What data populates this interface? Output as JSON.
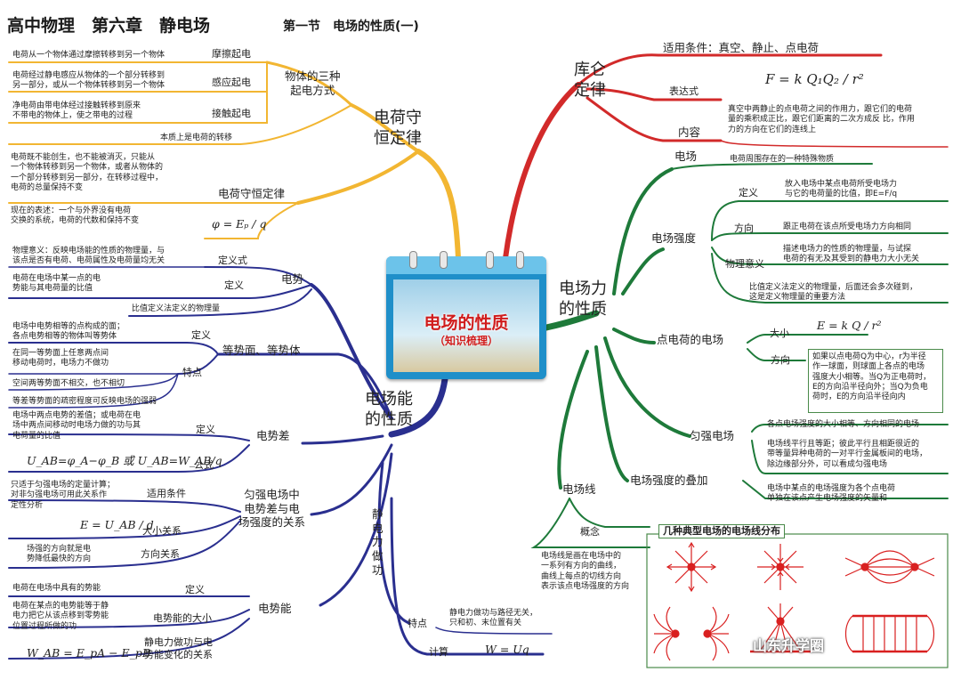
{
  "header": {
    "title": "高中物理　第六章　静电场",
    "subtitle": "第一节　电场的性质(一)"
  },
  "center": {
    "title": "电场的性质",
    "subtitle": "（知识梳理）"
  },
  "conservation": {
    "branch": "电荷守\n恒定律",
    "methods": {
      "label": "物体的三种\n起电方式",
      "friction": {
        "label": "摩擦起电",
        "desc": "电荷从一个物体通过摩擦转移到另一个物体"
      },
      "induction": {
        "label": "感应起电",
        "desc": "电荷经过静电感应从物体的一个部分转移到\n另一部分，或从一个物体转移到另一个物体"
      },
      "contact": {
        "label": "接触起电",
        "desc": "净电荷由带电体经过接触转移到原来\n不带电的物体上，使之带电的过程"
      },
      "essence": "本质上是电荷的转移"
    },
    "law": {
      "label": "电荷守恒定律",
      "desc": "电荷既不能创生，也不能被消灭，只能从\n一个物体转移到另一个物体，或者从物体的\n一个部分转移到另一部分，在转移过程中，\n电荷的总量保持不变",
      "modern": "现在的表述：一个与外界没有电荷\n交换的系统，电荷的代数和保持不变"
    }
  },
  "energy": {
    "branch": "电场能\n的性质",
    "potential": {
      "label": "电势",
      "formula_label": "定义式",
      "formula": "φ = Eₚ / q",
      "meaning": "物理意义：反映电场能的性质的物理量，与\n该点是否有电荷、电荷属性及电荷量均无关",
      "def_label": "定义",
      "def": "电荷在电场中某一点的电\n势能与其电荷量的比值",
      "ratio": "比值定义法定义的物理量"
    },
    "equipotential": {
      "label": "等势面、等势体",
      "def_label": "定义",
      "def": "电场中电势相等的点构成的面；\n各点电势相等的物体叫等势体",
      "feature_label": "特点",
      "f1": "在同一等势面上任意两点间\n移动电荷时，电场力不做功",
      "f2": "空间两等势面不相交，也不相切",
      "f3": "等差等势面的疏密程度可反映电场的强弱"
    },
    "pd": {
      "label": "电势差",
      "def_label": "定义",
      "def": "电场中两点电势的差值；或电荷在电\n场中两点间移动时电场力做的功与其\n电荷量的比值",
      "formula_label": "公式",
      "formula": "U_AB=φ_A−φ_B 或 U_AB=W_AB/q"
    },
    "uniform": {
      "label": "匀强电场中\n电势差与电\n场强度的关系",
      "cond_label": "适用条件",
      "cond": "只适于匀强电场的定量计算；\n对非匀强电场可用此关系作\n定性分析",
      "mag_label": "大小关系",
      "mag": "E = U_AB / d",
      "dir_label": "方向关系",
      "dir": "场强的方向就是电\n势降低最快的方向"
    },
    "pe": {
      "label": "电势能",
      "def_label": "定义",
      "def": "电荷在电场中具有的势能",
      "size_label": "电势能的大小",
      "size": "电荷在某点的电势能等于静\n电力把它从该点移到零势能\n位置过程所做的功",
      "work_label": "静电力做功与电\n势能变化的关系",
      "work": "W_AB = E_pA − E_pB"
    },
    "work": {
      "label": "静\n电\n力\n做\n功",
      "feature_label": "特点",
      "feature": "静电力做功与路径无关，\n只和初、末位置有关",
      "calc_label": "计算",
      "calc": "W = Uq"
    }
  },
  "coulomb": {
    "branch": "库仑\n定律",
    "cond": "适用条件：真空、静止、点电荷",
    "expr_label": "表达式",
    "expr": "F = k Q₁Q₂ / r²",
    "content_label": "内容",
    "content": "真空中两静止的点电荷之间的作用力，跟它们的电荷\n量的乘积成正比，跟它们距离的二次方成反 比，作用\n力的方向在它们的连线上"
  },
  "force": {
    "branch": "电场力\n的性质",
    "field": {
      "label": "电场",
      "desc": "电荷周围存在的一种特殊物质"
    },
    "strength": {
      "label": "电场强度",
      "def_label": "定义",
      "def": "放入电场中某点电荷所受电场力\n与它的电荷量的比值，即E=F/q",
      "dir_label": "方向",
      "dir": "跟正电荷在该点所受电场力方向相同",
      "meaning_label": "物理意义",
      "meaning": "描述电场力的性质的物理量，与试探\n电荷的有无及其受到的静电力大小无关",
      "ratio": "比值定义法定义的物理量，后面还会多次碰到，\n这是定义物理量的重要方法"
    },
    "point": {
      "label": "点电荷的电场",
      "mag_label": "大小",
      "mag": "E = k Q / r²",
      "dir_label": "方向",
      "dir": "如果以点电荷Q为中心，r为半径\n作一球面，则球面上各点的电场\n强度大小相等。当Q为正电荷时，\nE的方向沿半径向外；当Q为负电\n荷时，E的方向沿半径向内"
    },
    "uniform": {
      "label": "匀强电场",
      "d1": "各点电场强度的大小相等、方向相同的电场",
      "d2": "电场线平行且等距；彼此平行且相距很近的\n带等量异种电荷的一对平行金属板间的电场，\n除边缘部分外，可以看成匀强电场"
    },
    "superposition": {
      "label": "电场强度的叠加",
      "desc": "电场中某点的电场强度为各个点电荷\n单独在该点产生电场强度的矢量和"
    },
    "lines": {
      "label": "电场线",
      "concept_label": "概念",
      "concept": "电场线是画在电场中的\n一系列有方向的曲线，\n曲线上每点的切线方向\n表示该点电场强度的方向",
      "typical": "几种典型电场的电场线分布"
    }
  },
  "watermark": "山东升学圈",
  "colors": {
    "gold": "#f2b632",
    "red": "#d22a2a",
    "green": "#1e7a3a",
    "navy": "#2a2f8f",
    "field": "#d92020"
  }
}
